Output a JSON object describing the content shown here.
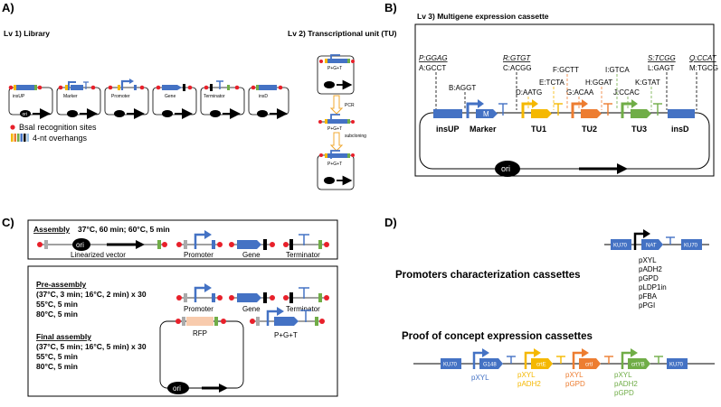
{
  "panels": {
    "a": "A)",
    "b": "B)",
    "c": "C)",
    "d": "D)"
  },
  "panelA": {
    "lv1_title": "Lv 1) Library",
    "lv2_title": "Lv 2) Transcriptional unit (TU)",
    "parts": [
      "insUP",
      "Marker",
      "Promoter",
      "Gene",
      "Terminator",
      "insD"
    ],
    "ori": "ori",
    "pgt": "P+G+T",
    "pcr": "PCR",
    "subcloning": "subcloning",
    "legend_bsai": "BsaI recognition sites",
    "legend_overhangs": "4-nt overhangs"
  },
  "panelB": {
    "title": "Lv 3) Multigene expression cassette",
    "overhangs": [
      {
        "top": "P:GGAG",
        "bottom": "A:GCCT"
      },
      {
        "bottom": "B:AGGT"
      },
      {
        "top": "R:GTGT",
        "bottom": "C:ACGG"
      },
      {
        "bottom": "D:AATG"
      },
      {
        "bottom": "E:TCTA"
      },
      {
        "bottom": "F:GCTT"
      },
      {
        "bottom": "G:ACAA"
      },
      {
        "bottom": "H:GGAT"
      },
      {
        "bottom": "I:GTCA"
      },
      {
        "bottom": "J:CCAC"
      },
      {
        "bottom": "K:GTAT"
      },
      {
        "top": "S:TCGG",
        "bottom": "L:GAGT"
      },
      {
        "top": "Q:CCAT",
        "bottom": "M:TGCG"
      }
    ],
    "labels": [
      "insUP",
      "Marker",
      "TU1",
      "TU2",
      "TU3",
      "insD"
    ],
    "m": "M",
    "ori": "ori"
  },
  "panelC": {
    "assembly_title": "Assembly",
    "assembly_cond": "37°C, 60 min;  60°C, 5 min",
    "ori": "ori",
    "linearized": "Linearized vector",
    "promoter": "Promoter",
    "gene": "Gene",
    "terminator": "Terminator",
    "pre_title": "Pre-assembly",
    "pre_lines": [
      "(37°C, 3 min; 16°C, 2 min) x 30",
      "55°C, 5 min",
      "80°C, 5 min"
    ],
    "final_title": "Final assembly",
    "final_lines": [
      "(37°C, 5 min; 16°C, 5 min) x 30",
      "55°C, 5 min",
      "80°C, 5 min"
    ],
    "rfp": "RFP",
    "pgt": "P+G+T"
  },
  "panelD": {
    "ku70": "KU70",
    "nat": "NAT",
    "promoters": [
      "pXYL",
      "pADH2",
      "pGPD",
      "pLDP1in",
      "pFBA",
      "pPGI"
    ],
    "char_title": "Promoters characterization cassettes",
    "proof_title": "Proof of concept expression cassettes",
    "g148": "G148",
    "crtE": "crtE",
    "crtI": "crtI",
    "crtYB": "crtYB",
    "p1": [
      "pXYL"
    ],
    "p2": [
      "pXYL",
      "pADH2"
    ],
    "p3": [
      "pXYL",
      "pGPD"
    ],
    "p4": [
      "pXYL",
      "pADH2",
      "pGPD"
    ]
  },
  "colors": {
    "blue": "#4472c4",
    "yellow": "#f5b800",
    "orange": "#ed7d31",
    "green": "#70ad47",
    "red": "#e8202a",
    "black": "#000000",
    "rfp": "#f8cbad"
  }
}
